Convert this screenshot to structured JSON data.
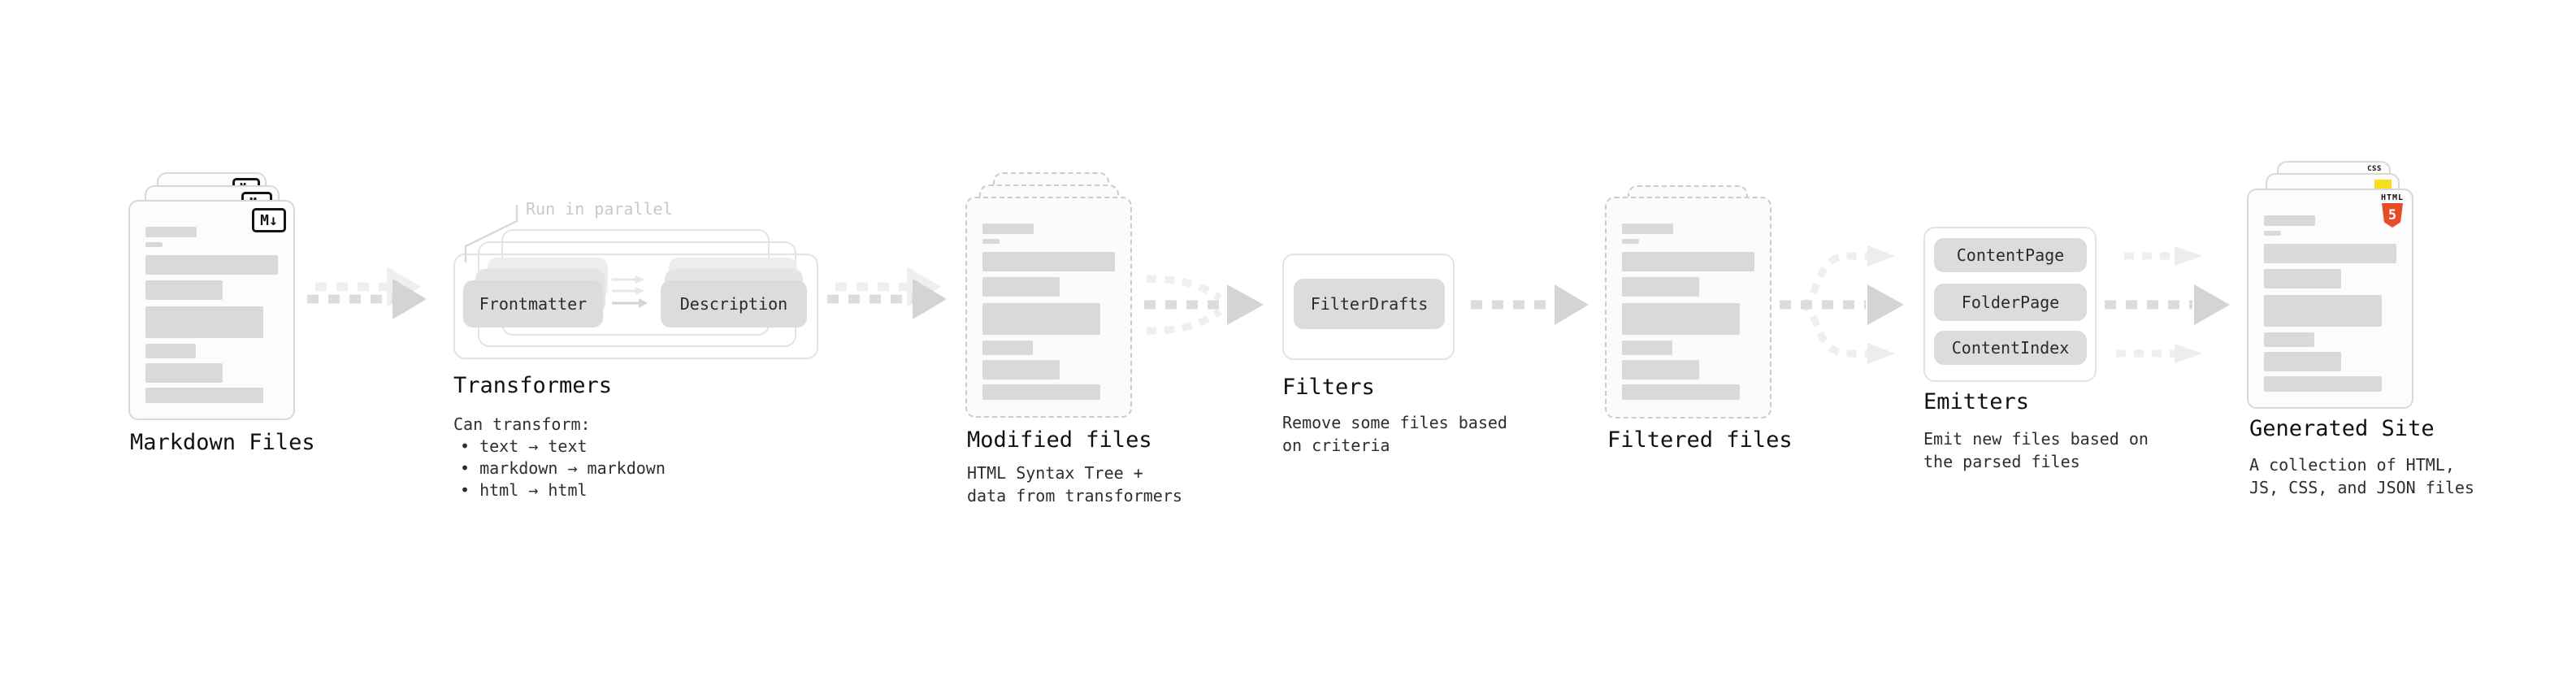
{
  "sections": {
    "markdown": {
      "label": "Markdown Files",
      "icon_text": "M↓"
    },
    "transformers": {
      "label": "Transformers",
      "annotation": "Run in parallel",
      "boxes": {
        "frontmatter": "Frontmatter",
        "description": "Description"
      },
      "desc_title": "Can transform:",
      "bullets": [
        "• text → text",
        "• markdown → markdown",
        "• html → html"
      ]
    },
    "modified": {
      "label": "Modified files",
      "desc": [
        "HTML Syntax Tree +",
        "data from transformers"
      ]
    },
    "filters": {
      "label": "Filters",
      "box": "FilterDrafts",
      "desc": [
        "Remove some files based",
        "on criteria"
      ]
    },
    "filtered": {
      "label": "Filtered files"
    },
    "emitters": {
      "label": "Emitters",
      "boxes": [
        "ContentPage",
        "FolderPage",
        "ContentIndex"
      ],
      "desc": [
        "Emit new files based on",
        "the parsed files"
      ]
    },
    "generated": {
      "label": "Generated Site",
      "desc": [
        "A collection of HTML,",
        "JS, CSS, and JSON files"
      ],
      "icons": {
        "css_label": "CSS",
        "html_label": "HTML",
        "html_number": "5"
      }
    }
  },
  "colors": {
    "html5_orange": "#e44d26",
    "js_yellow": "#f7df1e",
    "css_blue": "#2965f1",
    "markdown_icon_black": "#141414",
    "arrow_gray": "#d4d4d4",
    "arrow_light_gray": "#ededed",
    "placeholder_gray": "#d9d9d9"
  }
}
